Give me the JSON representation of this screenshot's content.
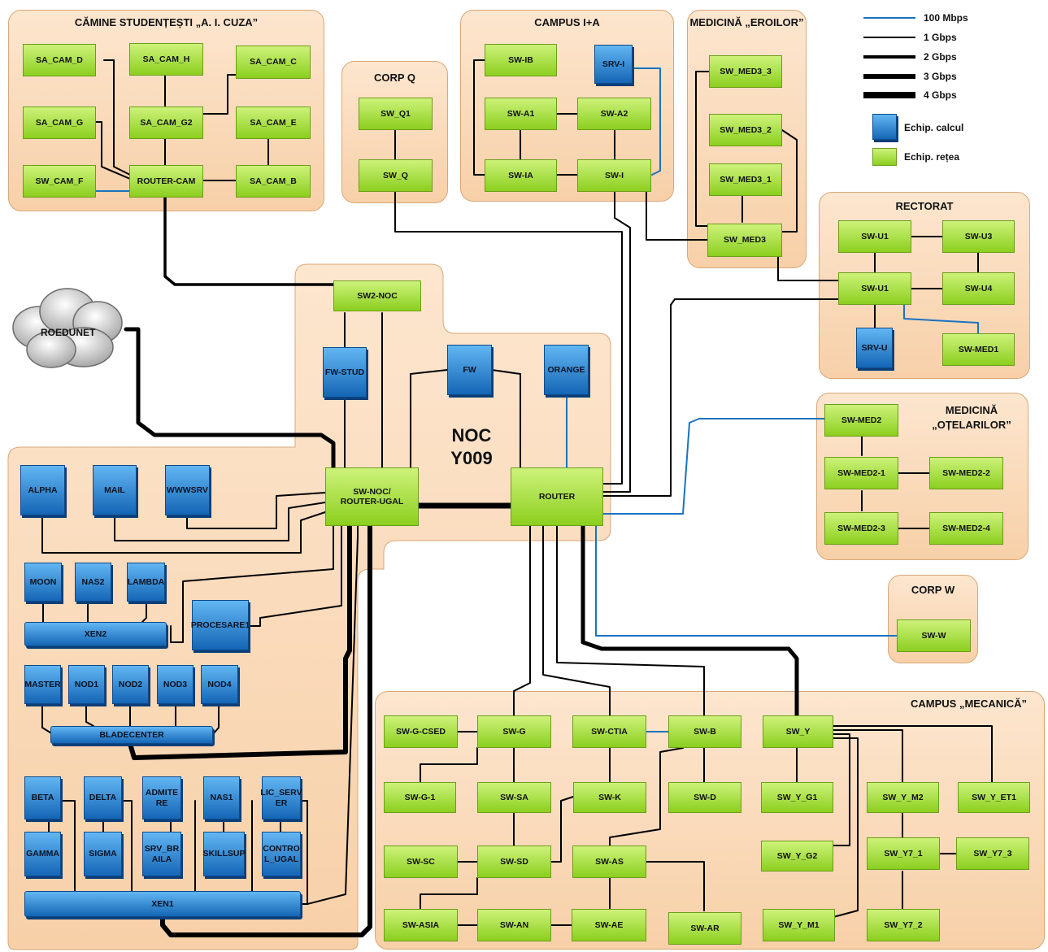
{
  "legend": {
    "items": [
      {
        "label": "100 Mbps",
        "color": "#1a73c0"
      },
      {
        "label": "1 Gbps",
        "color": "#000000"
      },
      {
        "label": "2 Gbps",
        "color": "#000000"
      },
      {
        "label": "3 Gbps",
        "color": "#000000"
      },
      {
        "label": "4 Gbps",
        "color": "#000000"
      }
    ],
    "computing_label": "Echip. calcul",
    "network_label": "Echip. rețea"
  },
  "zones": {
    "camine": "CĂMINE STUDENȚEȘTI „A. I. CUZA”",
    "corp_q": "CORP Q",
    "campus_ia": "CAMPUS I+A",
    "med_eroilor": "MEDICINĂ „EROILOR”",
    "rectorat": "RECTORAT",
    "med_otelarilor_1": "MEDICINĂ",
    "med_otelarilor_2": "„OȚELARILOR”",
    "corp_w": "CORP W",
    "mecanica": "CAMPUS „MECANICĂ”",
    "noc_1": "NOC",
    "noc_2": "Y009"
  },
  "cloud": "ROEDUNET",
  "nodes": {
    "sa_cam_d": "SA_CAM_D",
    "sa_cam_h": "SA_CAM_H",
    "sa_cam_c": "SA_CAM_C",
    "sa_cam_g": "SA_CAM_G",
    "sa_cam_g2": "SA_CAM_G2",
    "sa_cam_e": "SA_CAM_E",
    "sw_cam_f": "SW_CAM_F",
    "router_cam": "ROUTER-CAM",
    "sa_cam_b": "SA_CAM_B",
    "sw_q1": "SW_Q1",
    "sw_q": "SW_Q",
    "sw_ib": "SW-IB",
    "srv_i": "SRV-I",
    "sw_a1": "SW-A1",
    "sw_a2": "SW-A2",
    "sw_ia": "SW-IA",
    "sw_i": "SW-I",
    "sw_med3_3": "SW_MED3_3",
    "sw_med3_2": "SW_MED3_2",
    "sw_med3_1": "SW_MED3_1",
    "sw_med3": "SW_MED3",
    "sw_u1a": "SW-U1",
    "sw_u3": "SW-U3",
    "sw_u1b": "SW-U1",
    "sw_u4": "SW-U4",
    "srv_u": "SRV-U",
    "sw_med1": "SW-MED1",
    "sw2_noc": "SW2-NOC",
    "fw_stud": "FW-STUD",
    "fw": "FW",
    "orange": "ORANGE",
    "sw_noc_1": "SW-NOC/",
    "sw_noc_2": "ROUTER-UGAL",
    "router": "ROUTER",
    "sw_med2": "SW-MED2",
    "sw_med2_1": "SW-MED2-1",
    "sw_med2_2": "SW-MED2-2",
    "sw_med2_3": "SW-MED2-3",
    "sw_med2_4": "SW-MED2-4",
    "sw_w": "SW-W",
    "alpha": "ALPHA",
    "mail": "MAIL",
    "wwwsrv": "WWWSRV",
    "moon": "MOON",
    "nas2": "NAS2",
    "lambda": "LAMBDA",
    "xen2": "XEN2",
    "procesare1": "PROCESARE1",
    "master": "MASTER",
    "nod1": "NOD1",
    "nod2": "NOD2",
    "nod3": "NOD3",
    "nod4": "NOD4",
    "bladecenter": "BLADECENTER",
    "beta": "BETA",
    "delta": "DELTA",
    "admitere_1": "ADMITE",
    "admitere_2": "RE",
    "nas1": "NAS1",
    "lic_server_1": "LIC_SERV",
    "lic_server_2": "ER",
    "gamma": "GAMMA",
    "sigma": "SIGMA",
    "srv_braila_1": "SRV_BR",
    "srv_braila_2": "AILA",
    "skillsup": "SKILLSUP",
    "control_1": "CONTRO",
    "control_2": "L_UGAL",
    "xen1": "XEN1",
    "sw_g_csed": "SW-G-CSED",
    "sw_g": "SW-G",
    "sw_ctia": "SW-CTIA",
    "sw_b": "SW-B",
    "sw_y": "SW_Y",
    "sw_g_1": "SW-G-1",
    "sw_sa": "SW-SA",
    "sw_k": "SW-K",
    "sw_d": "SW-D",
    "sw_y_g1": "SW_Y_G1",
    "sw_y_m2": "SW_Y_M2",
    "sw_y_et1": "SW_Y_ET1",
    "sw_sc": "SW-SC",
    "sw_sd": "SW-SD",
    "sw_as": "SW-AS",
    "sw_y_g2": "SW_Y_G2",
    "sw_y7_1": "SW_Y7_1",
    "sw_y7_3": "SW_Y7_3",
    "sw_asia": "SW-ASIA",
    "sw_an": "SW-AN",
    "sw_ae": "SW-AE",
    "sw_ar": "SW-AR",
    "sw_y_m1": "SW_Y_M1",
    "sw_y7_2": "SW_Y7_2"
  }
}
